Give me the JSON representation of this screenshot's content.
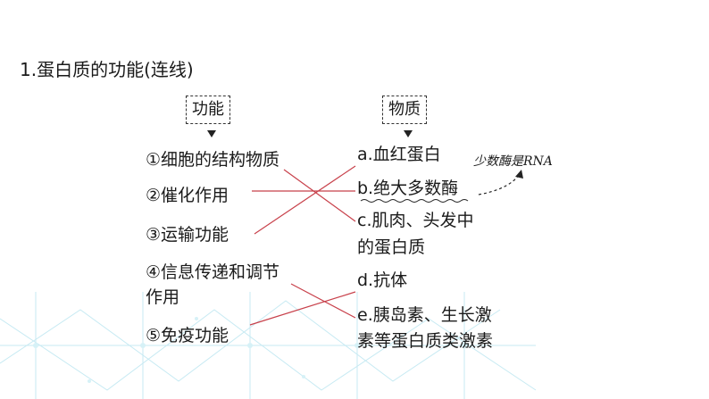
{
  "title": "1.蛋白质的功能(连线)",
  "headers": {
    "left": "功能",
    "right": "物质"
  },
  "functions": [
    "①细胞的结构物质",
    "②催化作用",
    "③运输功能",
    "④信息传递和调节",
    "作用",
    "⑤免疫功能"
  ],
  "substances": [
    "a.血红蛋白",
    "b.绝大多数酶",
    "c.肌肉、头发中",
    "的蛋白质",
    "d.抗体",
    "e.胰岛素、生长激",
    "素等蛋白质类激素"
  ],
  "annotation": "少数酶是RNA",
  "colors": {
    "connector": "#c8414b",
    "text": "#1a1a1a",
    "deco": "#bfe8f2"
  }
}
